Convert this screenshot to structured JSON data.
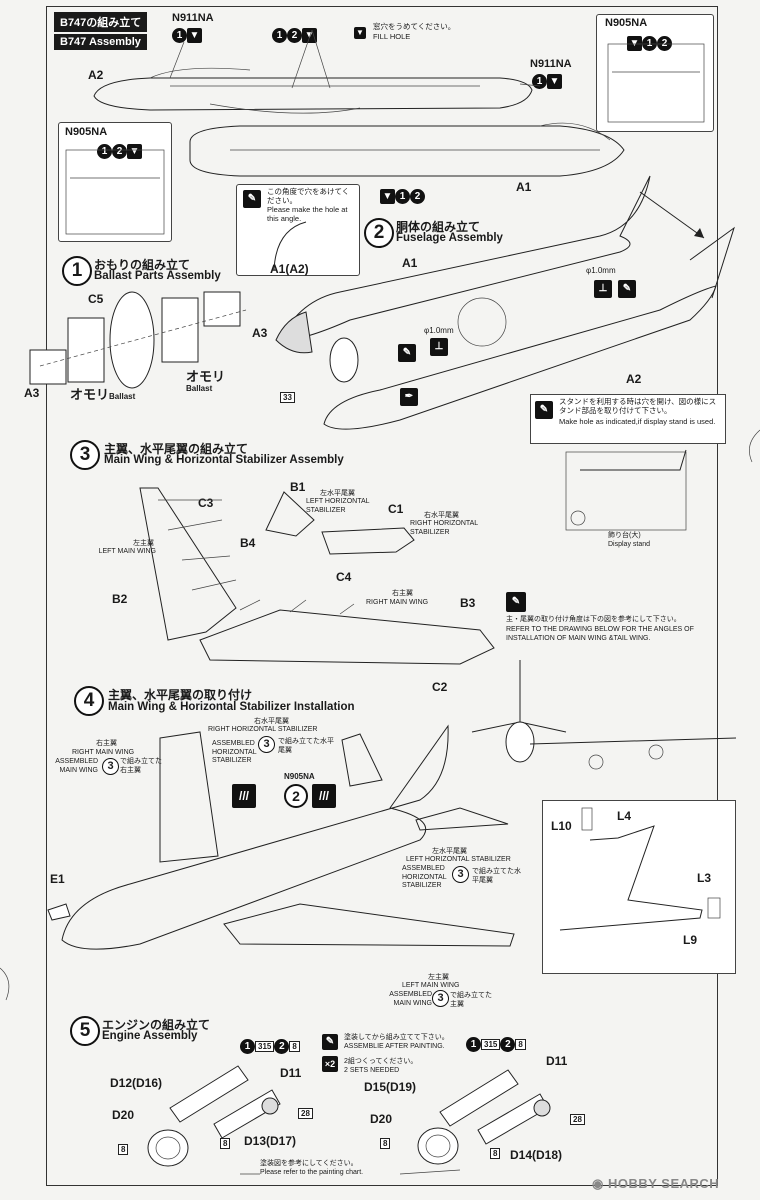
{
  "header": {
    "title_ja": "B747の組み立て",
    "title_en": "B747 Assembly",
    "fill_hole_ja": "窓穴をうめてください。",
    "fill_hole_en": "FILL HOLE"
  },
  "variants": {
    "n911na": "N911NA",
    "n905na": "N905NA"
  },
  "parts": {
    "a1": "A1",
    "a2": "A2",
    "a1a2": "A1(A2)",
    "a3": "A3",
    "c5": "C5",
    "b1": "B1",
    "b2": "B2",
    "b3": "B3",
    "b4": "B4",
    "c1": "C1",
    "c2": "C2",
    "c3": "C3",
    "c4": "C4",
    "e1": "E1",
    "l3": "L3",
    "l4": "L4",
    "l9": "L9",
    "l10": "L10",
    "d11": "D11",
    "d12": "D12(D16)",
    "d13": "D13(D17)",
    "d14": "D14(D18)",
    "d15": "D15(D19)",
    "d20": "D20",
    "p8": "8",
    "p28": "28",
    "p33": "33",
    "p315": "315"
  },
  "step1": {
    "num": "1",
    "ja": "おもりの組み立て",
    "en": "Ballast Parts Assembly",
    "ballast_ja": "オモリ",
    "ballast_en": "Ballast"
  },
  "step2": {
    "num": "2",
    "ja": "胴体の組み立て",
    "en": "Fuselage Assembly",
    "angle_ja": "この角度で穴をあけてください。",
    "angle_en": "Please make the hole at this angle.",
    "phi": "φ1.0mm",
    "stand_ja": "スタンドを利用する時は穴を開け、図の様にスタンド部品を取り付けて下さい。",
    "stand_en": "Make hole as indicated,if display stand is used.",
    "display_stand_ja": "飾り台(大)",
    "display_stand_en": "Display stand"
  },
  "step3": {
    "num": "3",
    "ja": "主翼、水平尾翼の組み立て",
    "en": "Main Wing & Horizontal Stabilizer Assembly",
    "left_main_ja": "左主翼",
    "left_main_en": "LEFT MAIN WING",
    "right_main_ja": "右主翼",
    "right_main_en": "RIGHT MAIN WING",
    "left_hs_ja": "左水平尾翼",
    "left_hs_en": "LEFT HORIZONTAL STABILIZER",
    "right_hs_ja": "右水平尾翼",
    "right_hs_en": "RIGHT  HORIZONTAL STABILIZER",
    "angle_ja": "主・尾翼の取り付け角度は下の図を参考にして下さい。",
    "angle_en": "REFER TO THE DRAWING BELOW FOR THE ANGLES OF INSTALLATION OF MAIN WING &TAIL WING."
  },
  "step4": {
    "num": "4",
    "ja": "主翼、水平尾翼の取り付け",
    "en": "Main Wing & Horizontal Stabilizer Installation",
    "right_main_ja": "右主翼",
    "right_main_en": "RIGHT MAIN WING",
    "assembled_main": "ASSEMBLED MAIN WING",
    "assembled_ja_r": "で組み立てた右主翼",
    "right_hs_ja": "右水平尾翼",
    "right_hs_en": "RIGHT  HORIZONTAL STABILIZER",
    "assembled_hs": "ASSEMBLED HORIZONTAL STABILIZER",
    "assembled_hs_ja_r": "で組み立てた水平尾翼",
    "left_hs_ja": "左水平尾翼",
    "left_hs_en": "LEFT HORIZONTAL STABILIZER",
    "left_main_ja": "左主翼",
    "left_main_en": "LEFT MAIN WING",
    "assembled_ja_l": "で組み立てた主翼"
  },
  "step5": {
    "num": "5",
    "ja": "エンジンの組み立て",
    "en": "Engine Assembly",
    "paint_ja": "塗装してから組み立てて下さい。",
    "paint_en": "ASSEMBLIE AFTER PAINTING.",
    "sets_ja": "2組つくってください。",
    "sets_en": "2 SETS NEEDED",
    "x2": "×2",
    "chart_ja": "塗装図を参考にしてください。",
    "chart_en": "Please refer to the painting chart."
  },
  "watermark": "HOBBY SEARCH"
}
